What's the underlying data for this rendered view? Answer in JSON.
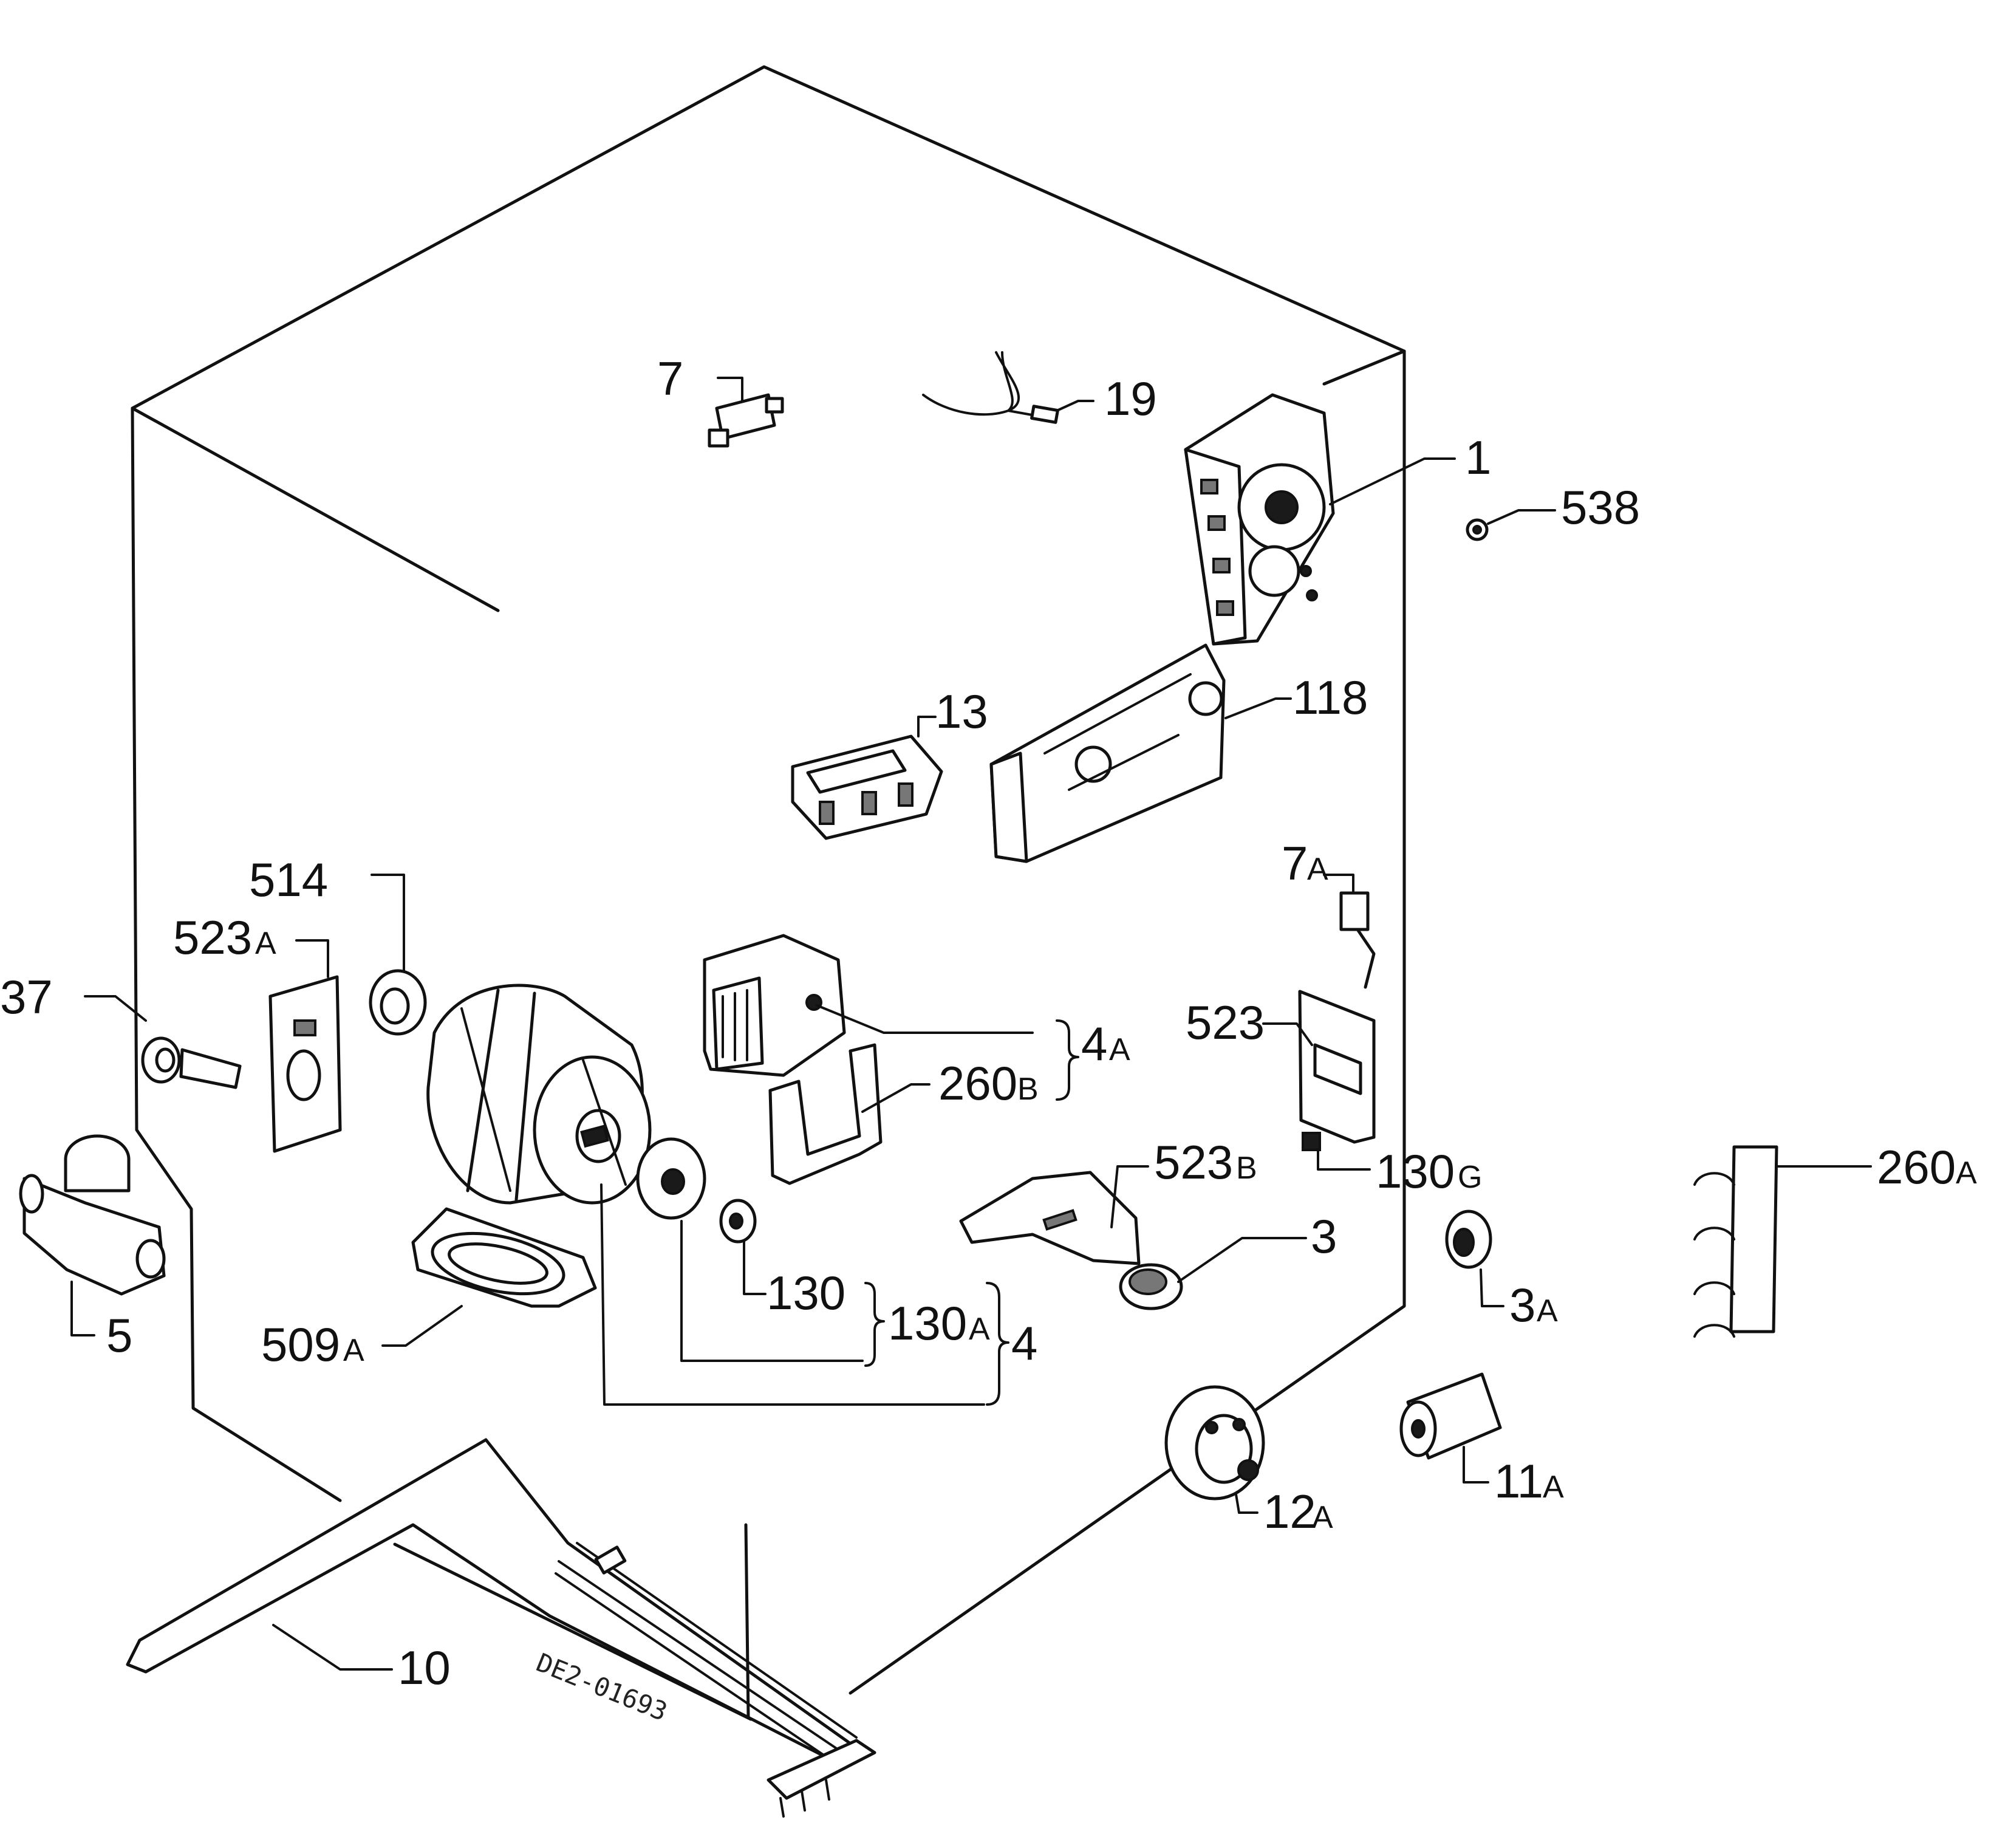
{
  "diagram": {
    "labels": {
      "l7": "7",
      "l19": "19",
      "l1": "1",
      "l538": "538",
      "l13": "13",
      "l118": "118",
      "l7a": "7",
      "l7a_s": "A",
      "l514": "514",
      "l523a": "523",
      "l523a_s": "A",
      "l37": "37",
      "l4a": "4",
      "l4a_s": "A",
      "l260b": "260",
      "l260b_s": "B",
      "l523": "523",
      "l523b": "523",
      "l523b_s": "B",
      "l130g": "130",
      "l130g_s": "G",
      "l260a": "260",
      "l260a_s": "A",
      "l3": "3",
      "l3a": "3",
      "l3a_s": "A",
      "l130": "130",
      "l130a": "130",
      "l130a_s": "A",
      "l4": "4",
      "l5": "5",
      "l509a": "509",
      "l509a_s": "A",
      "l11a": "11",
      "l11a_s": "A",
      "l12a": "12",
      "l12a_s": "A",
      "l10": "10"
    },
    "stamp": "DE2-01693",
    "colors": {
      "ink": "#111111",
      "paper": "#ffffff"
    }
  }
}
